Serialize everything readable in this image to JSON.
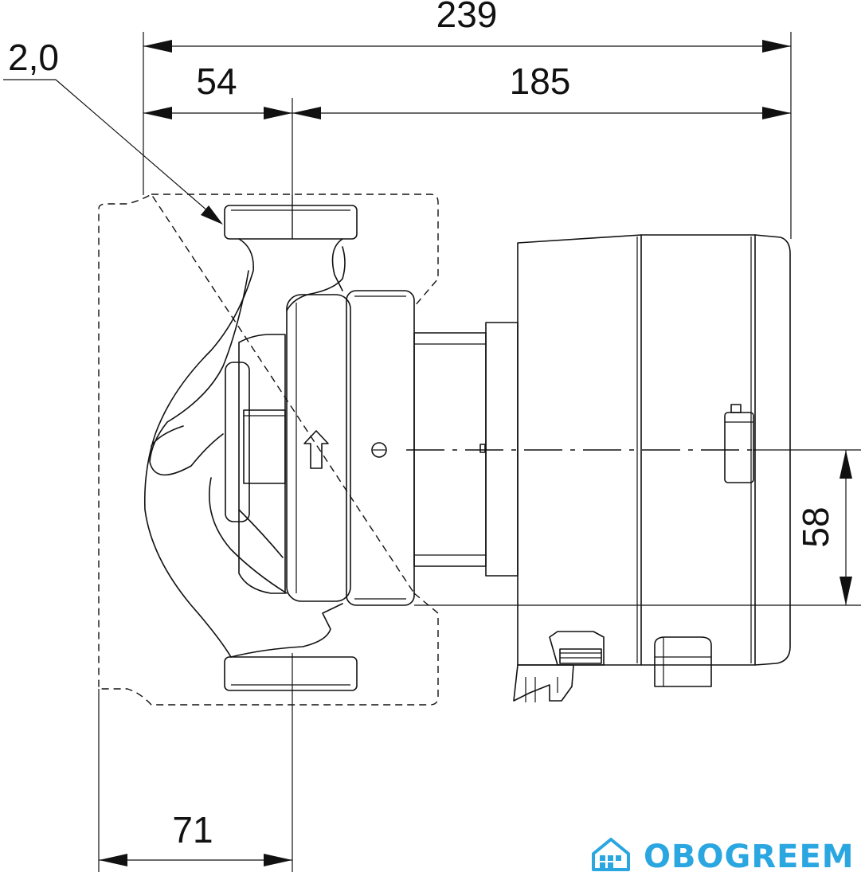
{
  "dimensions": {
    "overall_length": "239",
    "flange_offset": "54",
    "motor_length": "185",
    "wall_thickness": "2,0",
    "shaft_height": "58",
    "insulation_offset": "71"
  },
  "logo": {
    "text": "OBOGREEM",
    "color": "#2aa6e0",
    "icon": "house-icon"
  }
}
